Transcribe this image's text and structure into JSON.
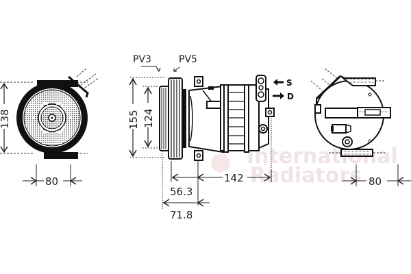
{
  "diagram": {
    "type": "technical-drawing",
    "subject": "AC compressor dimensional drawing",
    "watermark": {
      "line1": "International",
      "line2": "Radiators",
      "color": "#f0e2e2"
    },
    "views": {
      "front": {
        "height_dim": "138",
        "width_dim": "80"
      },
      "side": {
        "labels": {
          "pv3": "PV3",
          "pv5": "PV5"
        },
        "outer_height_dim": "155",
        "inner_height_dim": "124",
        "length_dim": "142",
        "offset_dim_1": "56.3",
        "offset_dim_2": "71.8",
        "ports": {
          "suction": "S",
          "discharge": "D"
        }
      },
      "rear": {
        "width_dim": "80"
      }
    },
    "colors": {
      "line": "#111111",
      "dim": "#222222",
      "background": "#ffffff"
    }
  }
}
